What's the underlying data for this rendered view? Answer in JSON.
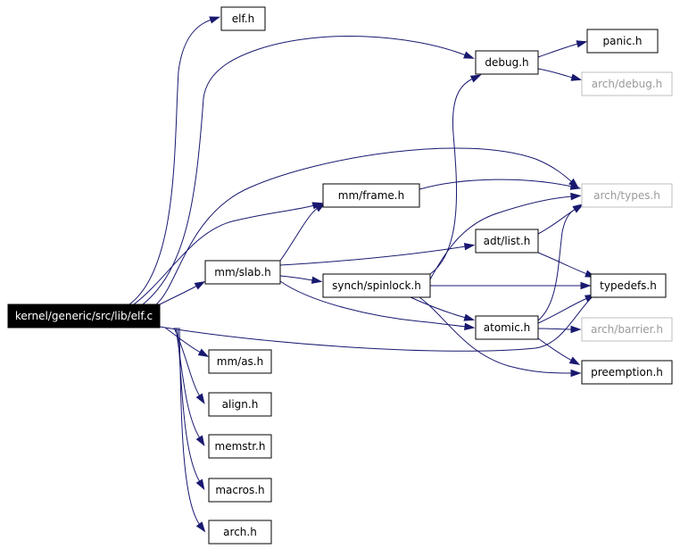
{
  "graph": {
    "nodes": [
      {
        "id": "root",
        "label": "kernel/generic/src/lib/elf.c",
        "style": "root"
      },
      {
        "id": "elf",
        "label": "elf.h"
      },
      {
        "id": "debug",
        "label": "debug.h"
      },
      {
        "id": "panic",
        "label": "panic.h"
      },
      {
        "id": "archdebug",
        "label": "arch/debug.h",
        "style": "gray"
      },
      {
        "id": "archtypes",
        "label": "arch/types.h",
        "style": "gray"
      },
      {
        "id": "mmframe",
        "label": "mm/frame.h"
      },
      {
        "id": "adtlist",
        "label": "adt/list.h"
      },
      {
        "id": "mmslab",
        "label": "mm/slab.h"
      },
      {
        "id": "spinlock",
        "label": "synch/spinlock.h"
      },
      {
        "id": "typedefs",
        "label": "typedefs.h"
      },
      {
        "id": "atomic",
        "label": "atomic.h"
      },
      {
        "id": "archbarrier",
        "label": "arch/barrier.h",
        "style": "gray"
      },
      {
        "id": "preemption",
        "label": "preemption.h"
      },
      {
        "id": "mmas",
        "label": "mm/as.h"
      },
      {
        "id": "align",
        "label": "align.h"
      },
      {
        "id": "memstr",
        "label": "memstr.h"
      },
      {
        "id": "macros",
        "label": "macros.h"
      },
      {
        "id": "arch",
        "label": "arch.h"
      }
    ],
    "edges": [
      {
        "from": "root",
        "to": "elf"
      },
      {
        "from": "root",
        "to": "debug"
      },
      {
        "from": "root",
        "to": "archtypes"
      },
      {
        "from": "root",
        "to": "mmframe"
      },
      {
        "from": "root",
        "to": "mmslab"
      },
      {
        "from": "root",
        "to": "typedefs"
      },
      {
        "from": "root",
        "to": "mmas"
      },
      {
        "from": "root",
        "to": "align"
      },
      {
        "from": "root",
        "to": "memstr"
      },
      {
        "from": "root",
        "to": "macros"
      },
      {
        "from": "root",
        "to": "arch"
      },
      {
        "from": "debug",
        "to": "panic"
      },
      {
        "from": "debug",
        "to": "archdebug"
      },
      {
        "from": "mmframe",
        "to": "archtypes"
      },
      {
        "from": "mmslab",
        "to": "mmframe"
      },
      {
        "from": "mmslab",
        "to": "adtlist"
      },
      {
        "from": "mmslab",
        "to": "spinlock"
      },
      {
        "from": "mmslab",
        "to": "atomic"
      },
      {
        "from": "spinlock",
        "to": "debug"
      },
      {
        "from": "spinlock",
        "to": "archtypes"
      },
      {
        "from": "spinlock",
        "to": "typedefs"
      },
      {
        "from": "spinlock",
        "to": "atomic"
      },
      {
        "from": "spinlock",
        "to": "preemption"
      },
      {
        "from": "adtlist",
        "to": "archtypes"
      },
      {
        "from": "adtlist",
        "to": "typedefs"
      },
      {
        "from": "atomic",
        "to": "archtypes"
      },
      {
        "from": "atomic",
        "to": "typedefs"
      },
      {
        "from": "atomic",
        "to": "archbarrier"
      },
      {
        "from": "atomic",
        "to": "preemption"
      }
    ]
  }
}
